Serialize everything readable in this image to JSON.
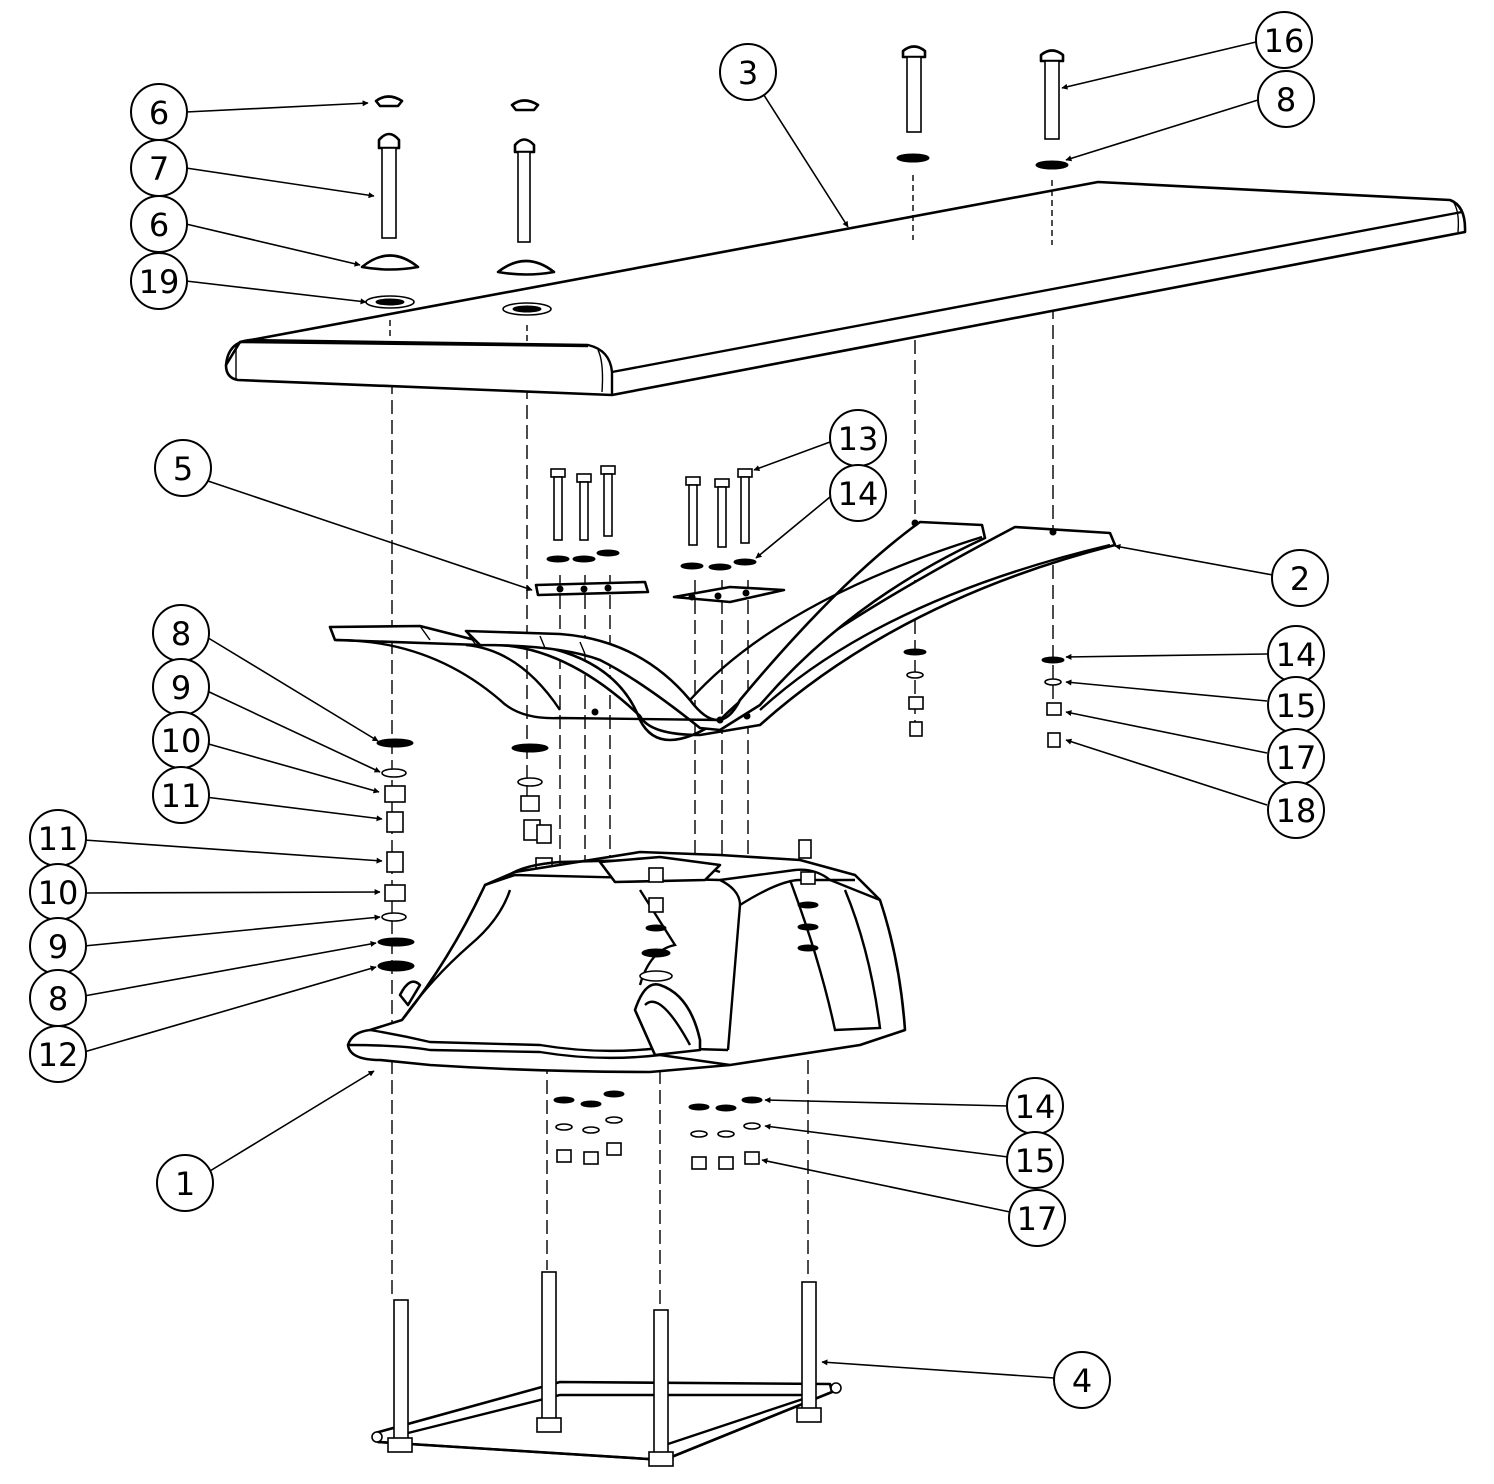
{
  "diagram": {
    "type": "exploded-assembly",
    "balloons": [
      {
        "id": "b6a",
        "label": "6"
      },
      {
        "id": "b7",
        "label": "7"
      },
      {
        "id": "b6b",
        "label": "6"
      },
      {
        "id": "b19",
        "label": "19"
      },
      {
        "id": "b3",
        "label": "3"
      },
      {
        "id": "b16",
        "label": "16"
      },
      {
        "id": "b8a",
        "label": "8"
      },
      {
        "id": "b13",
        "label": "13"
      },
      {
        "id": "b14a",
        "label": "14"
      },
      {
        "id": "b5",
        "label": "5"
      },
      {
        "id": "b2",
        "label": "2"
      },
      {
        "id": "b14b",
        "label": "14"
      },
      {
        "id": "b15a",
        "label": "15"
      },
      {
        "id": "b17a",
        "label": "17"
      },
      {
        "id": "b18",
        "label": "18"
      },
      {
        "id": "b8b",
        "label": "8"
      },
      {
        "id": "b9a",
        "label": "9"
      },
      {
        "id": "b10a",
        "label": "10"
      },
      {
        "id": "b11a",
        "label": "11"
      },
      {
        "id": "b11b",
        "label": "11"
      },
      {
        "id": "b10b",
        "label": "10"
      },
      {
        "id": "b9b",
        "label": "9"
      },
      {
        "id": "b8c",
        "label": "8"
      },
      {
        "id": "b12",
        "label": "12"
      },
      {
        "id": "b1",
        "label": "1"
      },
      {
        "id": "b14c",
        "label": "14"
      },
      {
        "id": "b15b",
        "label": "15"
      },
      {
        "id": "b17b",
        "label": "17"
      },
      {
        "id": "b4",
        "label": "4"
      }
    ]
  }
}
